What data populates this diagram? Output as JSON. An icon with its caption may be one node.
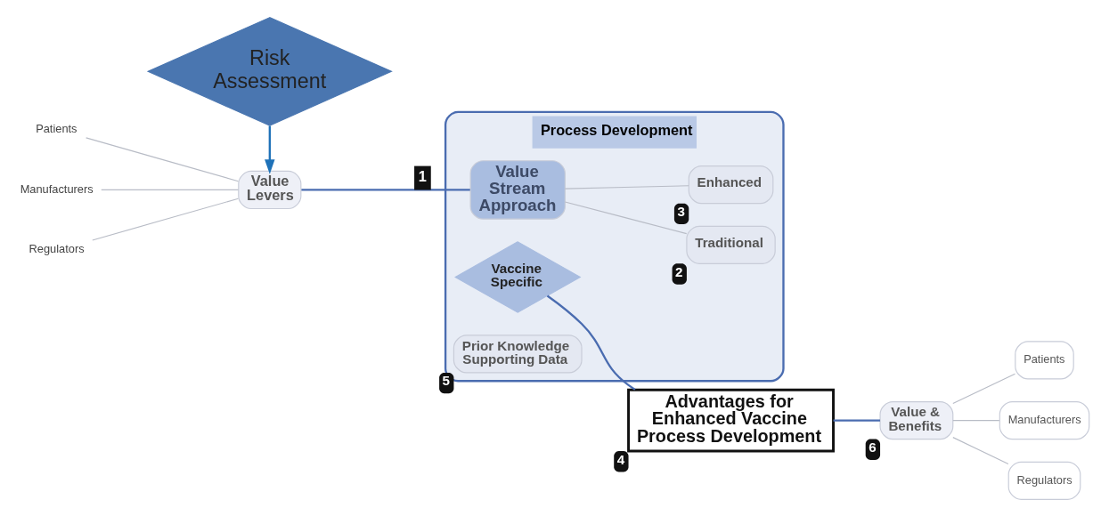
{
  "diagram": {
    "nodes": [
      {
        "text": [
          "Patients"
        ]
      },
      {
        "text": [
          "Manufacturers"
        ]
      },
      {
        "text": [
          "Regulators"
        ]
      },
      {
        "text": [
          "Value Levers"
        ]
      },
      {
        "text": [
          "Process Development"
        ]
      },
      {
        "text": [
          "Value Stream Approach"
        ],
        "in": 4
      },
      {
        "text": [
          "Traditional"
        ],
        "in": 4,
        "beside": [
          "2"
        ]
      },
      {
        "text": [
          "Vaccine Specific"
        ],
        "in": 4
      },
      {
        "text": [
          "Enhanced"
        ],
        "in": 4,
        "beside": [
          "3"
        ]
      },
      {
        "text": [
          "Prior Knowledge Supporting Data"
        ],
        "in": 4,
        "beside": [
          "5"
        ]
      },
      {
        "text": [
          "Advantages for Enhanced Vaccine Process Development"
        ],
        "beside": [
          "4"
        ]
      },
      {
        "text": [
          "Value & Benefits"
        ],
        "beside": [
          "6"
        ]
      },
      {
        "text": [
          "Patients"
        ]
      },
      {
        "text": [
          "Manufacturers"
        ]
      },
      {
        "text": [
          "Regulators"
        ]
      },
      {
        "text": [
          "Risk Assessment"
        ]
      }
    ],
    "edges": [
      {
        "from": 3,
        "to": 0,
        "arrow": "none"
      },
      {
        "from": 3,
        "to": 1,
        "arrow": "none"
      },
      {
        "from": 3,
        "to": 2,
        "arrow": "none"
      },
      {
        "from": 3,
        "to": 5,
        "arrow": "none",
        "label": "1",
        "color": "#4a6cb0"
      },
      {
        "from": 5,
        "to": 6,
        "arrow": "none"
      },
      {
        "from": 5,
        "to": 8,
        "arrow": "none"
      },
      {
        "from": 7,
        "to": 10,
        "arrow": "none",
        "color": "#4a6cb0"
      },
      {
        "from": 10,
        "to": 11,
        "arrow": "none",
        "color": "#4a6cb0"
      },
      {
        "from": 11,
        "to": 12,
        "arrow": "none"
      },
      {
        "from": 11,
        "to": 13,
        "arrow": "none"
      },
      {
        "from": 11,
        "to": 14,
        "arrow": "none"
      },
      {
        "from": 15,
        "to": 3,
        "arrow": "to",
        "color": "#1f72b8"
      }
    ]
  }
}
